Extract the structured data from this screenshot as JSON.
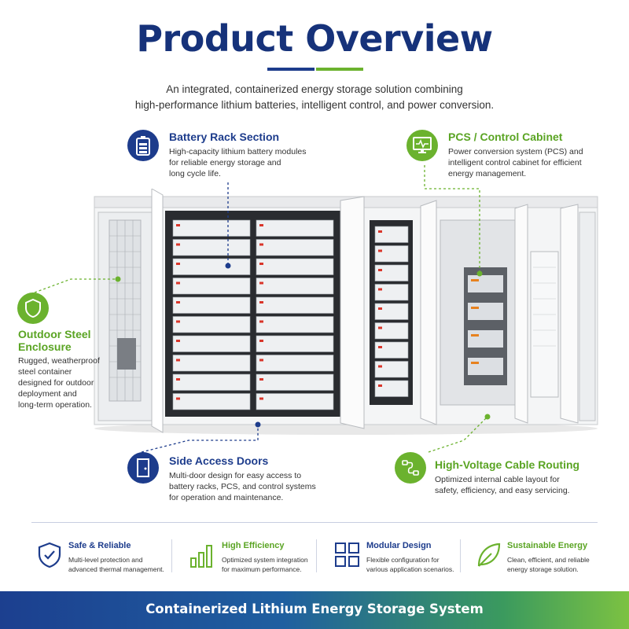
{
  "header": {
    "title": "Product Overview",
    "subtitle_line1": "An integrated, containerized energy storage solution combining",
    "subtitle_line2": "high-performance lithium batteries, intelligent control, and power conversion."
  },
  "colors": {
    "navy": "#1d3c8c",
    "green": "#6bb22e",
    "banner_start": "#1c3f8f",
    "banner_end": "#7cc242"
  },
  "callouts": {
    "battery_rack": {
      "icon": "battery-icon",
      "title": "Battery Rack Section",
      "desc_line1": "High-capacity lithium battery modules",
      "desc_line2": "for reliable energy storage and",
      "desc_line3": "long cycle life."
    },
    "pcs_cabinet": {
      "icon": "monitor-waveform-icon",
      "title": "PCS / Control Cabinet",
      "desc_line1": "Power conversion system (PCS) and",
      "desc_line2": "intelligent control cabinet for efficient",
      "desc_line3": "energy management."
    },
    "steel_enclosure": {
      "icon": "shield-icon",
      "title_line1": "Outdoor Steel",
      "title_line2": "Enclosure",
      "desc_line1": "Rugged, weatherproof",
      "desc_line2": "steel container",
      "desc_line3": "designed for outdoor",
      "desc_line4": "deployment and",
      "desc_line5": "long-term operation."
    },
    "access_doors": {
      "icon": "door-icon",
      "title": "Side Access Doors",
      "desc_line1": "Multi-door design for easy access to",
      "desc_line2": "battery racks, PCS, and control systems",
      "desc_line3": "for operation and maintenance."
    },
    "cable_routing": {
      "icon": "cable-route-icon",
      "title": "High-Voltage Cable Routing",
      "desc_line1": "Optimized internal cable layout for",
      "desc_line2": "safety, efficiency, and easy servicing."
    }
  },
  "features": [
    {
      "icon": "shield-check-icon",
      "title": "Safe & Reliable",
      "desc_line1": "Multi-level protection and",
      "desc_line2": "advanced thermal management."
    },
    {
      "icon": "bar-chart-icon",
      "title": "High Efficiency",
      "desc_line1": "Optimized system integration",
      "desc_line2": "for maximum performance."
    },
    {
      "icon": "grid-modules-icon",
      "title": "Modular Design",
      "desc_line1": "Flexible configuration for",
      "desc_line2": "various application scenarios."
    },
    {
      "icon": "leaf-icon",
      "title": "Sustainable Energy",
      "desc_line1": "Clean, efficient, and reliable",
      "desc_line2": "energy storage solution."
    }
  ],
  "footer": {
    "banner_text": "Containerized Lithium Energy Storage System"
  }
}
